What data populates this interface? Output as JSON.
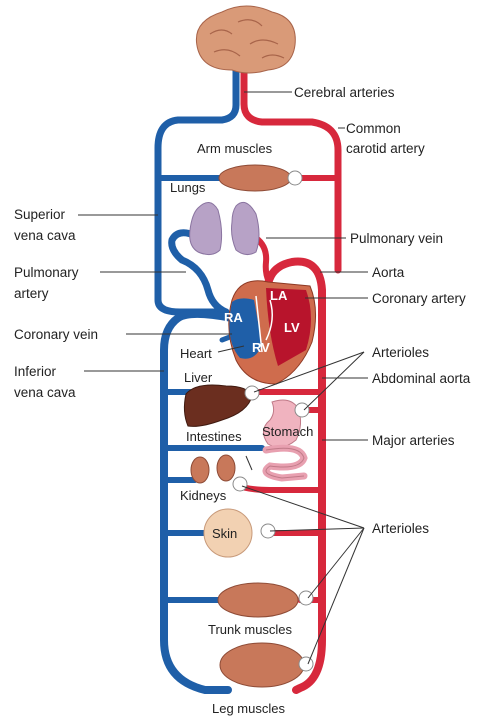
{
  "labels": {
    "cerebral_arteries": "Cerebral arteries",
    "common_carotid_1": "Common",
    "common_carotid_2": "carotid artery",
    "arm_muscles": "Arm muscles",
    "lungs": "Lungs",
    "superior_vena_cava_1": "Superior",
    "superior_vena_cava_2": "vena cava",
    "pulmonary_vein": "Pulmonary vein",
    "pulmonary_artery_1": "Pulmonary",
    "pulmonary_artery_2": "artery",
    "aorta": "Aorta",
    "coronary_artery": "Coronary artery",
    "coronary_vein": "Coronary vein",
    "ra": "RA",
    "la": "LA",
    "lv": "LV",
    "rv": "RV",
    "heart": "Heart",
    "arterioles_upper": "Arterioles",
    "liver": "Liver",
    "inferior_vena_cava_1": "Inferior",
    "inferior_vena_cava_2": "vena cava",
    "abdominal_aorta": "Abdominal aorta",
    "stomach": "Stomach",
    "intestines": "Intestines",
    "major_arteries": "Major arteries",
    "kidneys": "Kidneys",
    "arterioles_lower": "Arterioles",
    "skin": "Skin",
    "trunk_muscles": "Trunk muscles",
    "leg_muscles": "Leg muscles"
  },
  "colors": {
    "vein": "#1f5fa8",
    "artery": "#d7283c",
    "muscle": "#c8785a",
    "brain": "#d99a78",
    "lung": "#b7a2c6",
    "liver": "#6b2e1f",
    "skin": "#f2d1b2",
    "stomach": "#f0b3bf",
    "heart": "#cf6c4d"
  }
}
